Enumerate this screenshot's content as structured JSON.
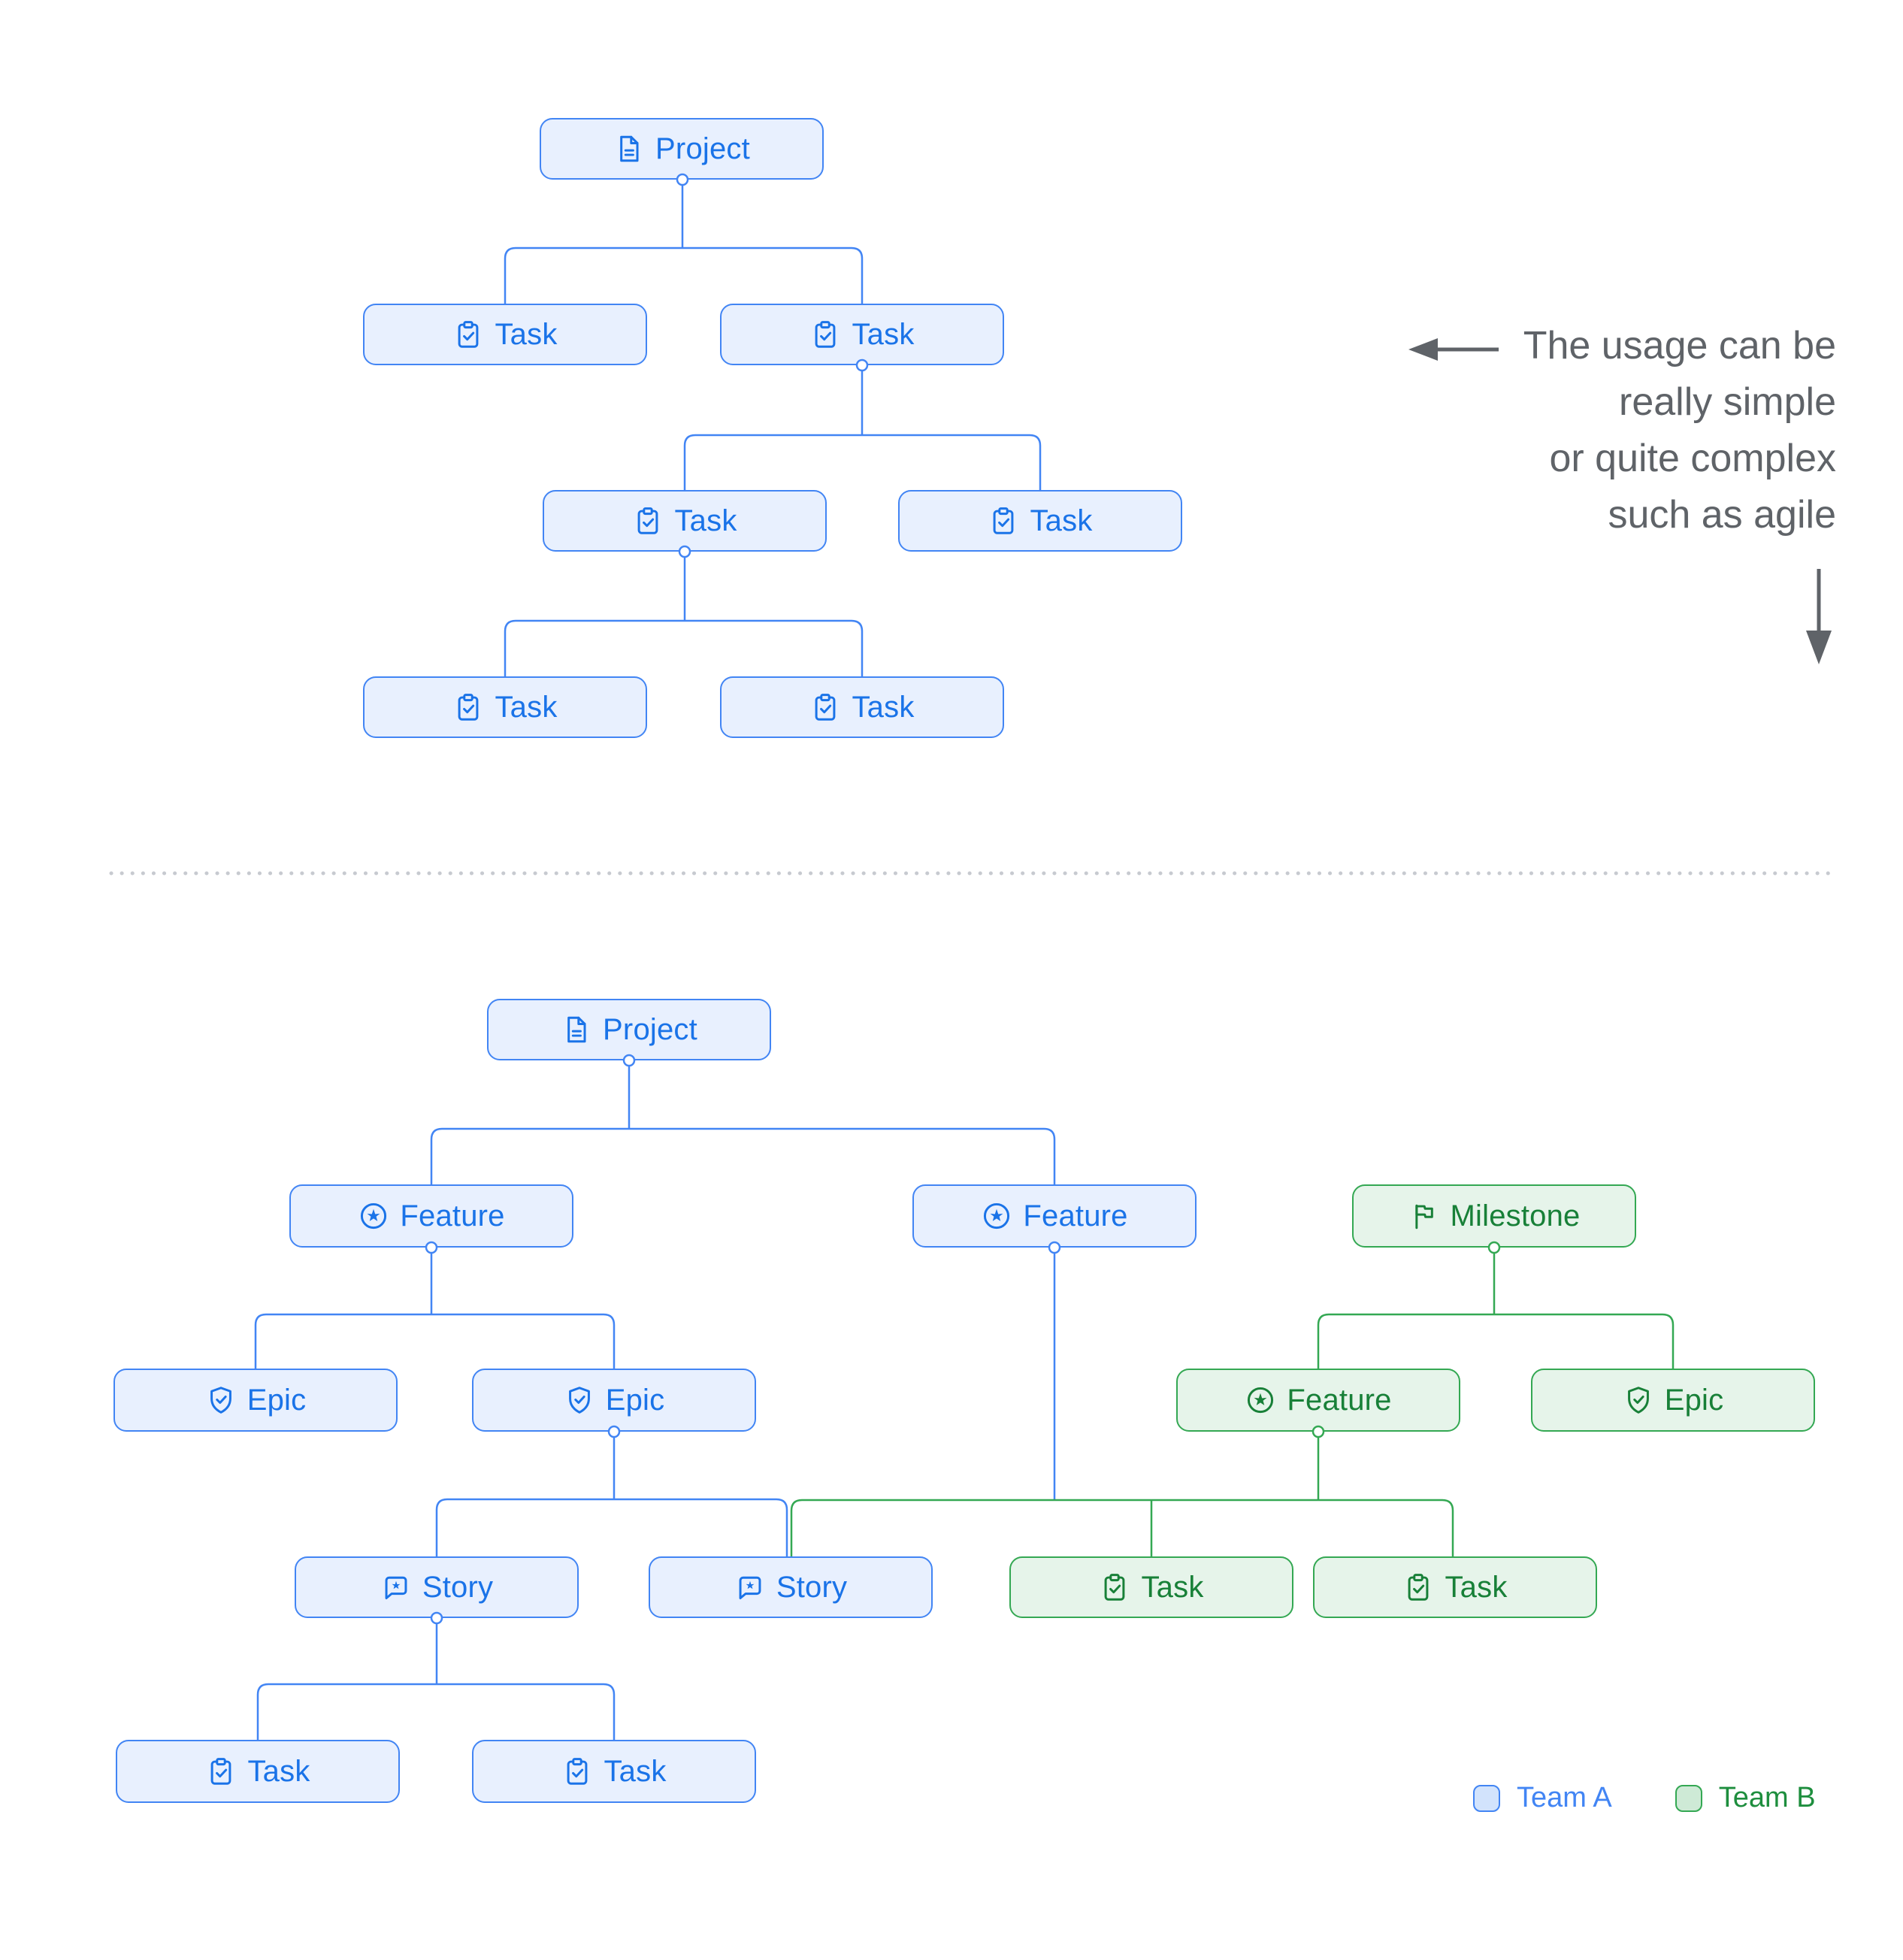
{
  "colors": {
    "team_a_border": "#4285f4",
    "team_a_fill": "#e8f0fe",
    "team_a_text": "#1a73e8",
    "team_b_border": "#34a853",
    "team_b_fill": "#e6f4ea",
    "team_b_text": "#188038",
    "annotation_text": "#5f6368",
    "divider_dots": "#c7cad0"
  },
  "annotation": {
    "lines": [
      "The usage can be",
      "really simple",
      "or quite complex",
      "such as agile"
    ]
  },
  "legend": {
    "items": [
      {
        "label": "Team A",
        "team": "A"
      },
      {
        "label": "Team B",
        "team": "B"
      }
    ]
  },
  "diagrams": {
    "simple": {
      "nodes": [
        {
          "id": "project",
          "label": "Project",
          "icon": "document-icon",
          "team": "A"
        },
        {
          "id": "task-1",
          "label": "Task",
          "icon": "task-clipboard-check-icon",
          "team": "A"
        },
        {
          "id": "task-2",
          "label": "Task",
          "icon": "task-clipboard-check-icon",
          "team": "A"
        },
        {
          "id": "task-3",
          "label": "Task",
          "icon": "task-clipboard-check-icon",
          "team": "A"
        },
        {
          "id": "task-4",
          "label": "Task",
          "icon": "task-clipboard-check-icon",
          "team": "A"
        },
        {
          "id": "task-5",
          "label": "Task",
          "icon": "task-clipboard-check-icon",
          "team": "A"
        },
        {
          "id": "task-6",
          "label": "Task",
          "icon": "task-clipboard-check-icon",
          "team": "A"
        }
      ]
    },
    "complex": {
      "nodes": [
        {
          "id": "project",
          "label": "Project",
          "icon": "document-icon",
          "team": "A"
        },
        {
          "id": "feature-1",
          "label": "Feature",
          "icon": "feature-star-circle-icon",
          "team": "A"
        },
        {
          "id": "feature-2",
          "label": "Feature",
          "icon": "feature-star-circle-icon",
          "team": "A"
        },
        {
          "id": "milestone",
          "label": "Milestone",
          "icon": "milestone-flag-icon",
          "team": "B"
        },
        {
          "id": "epic-1",
          "label": "Epic",
          "icon": "epic-shield-check-icon",
          "team": "A"
        },
        {
          "id": "epic-2",
          "label": "Epic",
          "icon": "epic-shield-check-icon",
          "team": "A"
        },
        {
          "id": "feature-3",
          "label": "Feature",
          "icon": "feature-star-circle-icon",
          "team": "B"
        },
        {
          "id": "epic-3",
          "label": "Epic",
          "icon": "epic-shield-check-icon",
          "team": "B"
        },
        {
          "id": "story-1",
          "label": "Story",
          "icon": "story-bubble-star-icon",
          "team": "A"
        },
        {
          "id": "story-2",
          "label": "Story",
          "icon": "story-bubble-star-icon",
          "team": "A"
        },
        {
          "id": "task-b1",
          "label": "Task",
          "icon": "task-clipboard-check-icon",
          "team": "B"
        },
        {
          "id": "task-b2",
          "label": "Task",
          "icon": "task-clipboard-check-icon",
          "team": "B"
        },
        {
          "id": "task-a1",
          "label": "Task",
          "icon": "task-clipboard-check-icon",
          "team": "A"
        },
        {
          "id": "task-a2",
          "label": "Task",
          "icon": "task-clipboard-check-icon",
          "team": "A"
        }
      ]
    }
  }
}
